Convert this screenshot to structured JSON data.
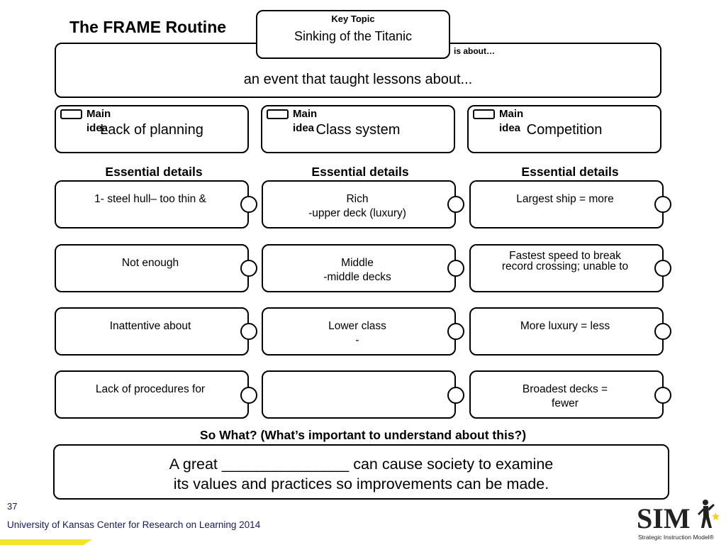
{
  "title": "The FRAME Routine",
  "key_topic": {
    "label": "Key Topic",
    "value": "Sinking of the Titanic"
  },
  "is_about": {
    "label": "is about…",
    "text": "an event that taught lessons about..."
  },
  "main_idea_label": "Main idea",
  "essential_details_label": "Essential details",
  "columns": [
    {
      "main_idea": "Lack of planning",
      "details": [
        "1- steel hull– too thin &",
        "Not enough",
        "Inattentive about",
        "Lack of procedures for"
      ]
    },
    {
      "main_idea": "Class system",
      "details": [
        "Rich\n-upper deck (luxury)",
        "Middle\n-middle decks",
        "Lower class\n-",
        ""
      ]
    },
    {
      "main_idea": "Competition",
      "details": [
        "Largest ship = more",
        "Fastest speed to break\nrecord crossing; unable to",
        "More luxury = less",
        "Broadest decks =\nfewer"
      ]
    }
  ],
  "so_what": {
    "heading": "So What? (What’s important to understand about this?)",
    "line1": "A great _______________ can cause society to examine",
    "line2": "its values and practices so improvements can be made."
  },
  "page_number": "37",
  "footer": "University of Kansas Center for Research on Learning  2014",
  "logo": {
    "name": "SIM",
    "tagline": "Strategic Instruction Model®",
    "icon": "person-figure-icon"
  },
  "colors": {
    "accent_stripe": "#f2e32b",
    "footer_text": "#1a1a55",
    "logo_star": "#f2d21b"
  }
}
